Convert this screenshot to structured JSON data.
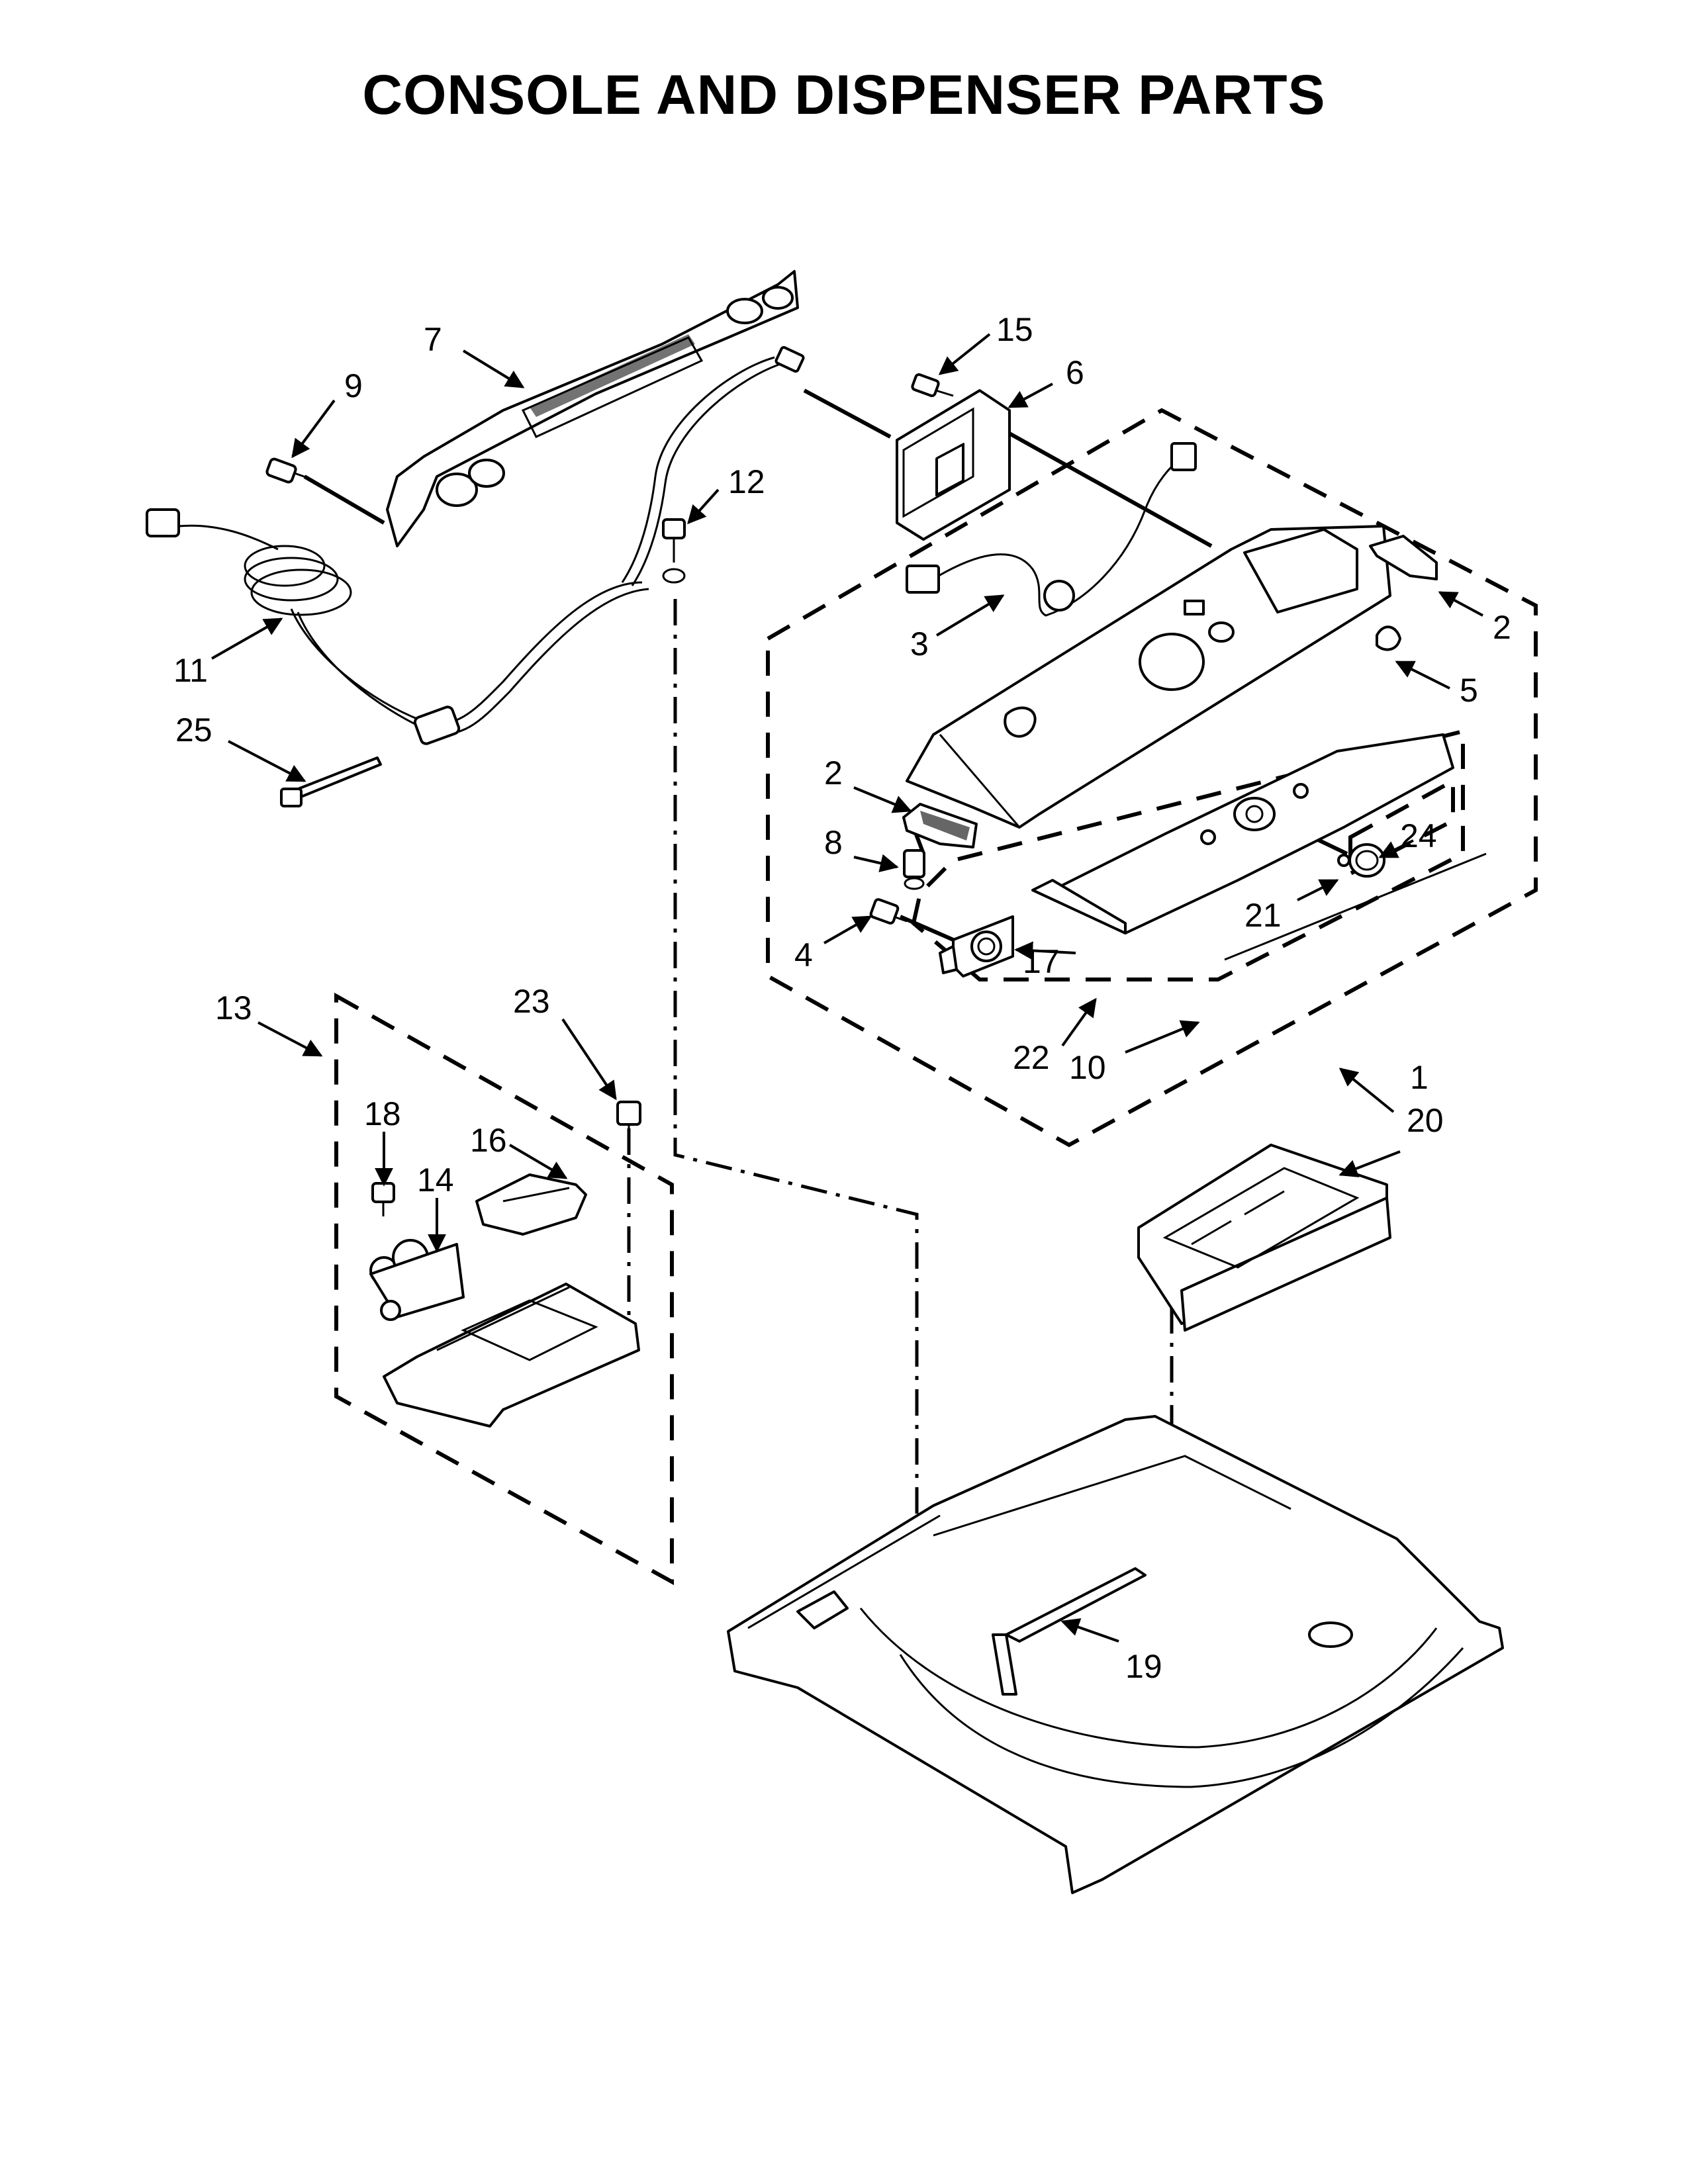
{
  "title": "CONSOLE AND DISPENSER PARTS",
  "callouts": [
    {
      "id": "c1",
      "label": "1"
    },
    {
      "id": "c2a",
      "label": "2"
    },
    {
      "id": "c2b",
      "label": "2"
    },
    {
      "id": "c3",
      "label": "3"
    },
    {
      "id": "c4",
      "label": "4"
    },
    {
      "id": "c5",
      "label": "5"
    },
    {
      "id": "c6",
      "label": "6"
    },
    {
      "id": "c7",
      "label": "7"
    },
    {
      "id": "c8",
      "label": "8"
    },
    {
      "id": "c9",
      "label": "9"
    },
    {
      "id": "c10",
      "label": "10"
    },
    {
      "id": "c11",
      "label": "11"
    },
    {
      "id": "c12",
      "label": "12"
    },
    {
      "id": "c13",
      "label": "13"
    },
    {
      "id": "c14",
      "label": "14"
    },
    {
      "id": "c15",
      "label": "15"
    },
    {
      "id": "c16",
      "label": "16"
    },
    {
      "id": "c17",
      "label": "17"
    },
    {
      "id": "c18",
      "label": "18"
    },
    {
      "id": "c19",
      "label": "19"
    },
    {
      "id": "c20",
      "label": "20"
    },
    {
      "id": "c21",
      "label": "21"
    },
    {
      "id": "c22",
      "label": "22"
    },
    {
      "id": "c23",
      "label": "23"
    },
    {
      "id": "c24",
      "label": "24"
    },
    {
      "id": "c25",
      "label": "25"
    }
  ]
}
